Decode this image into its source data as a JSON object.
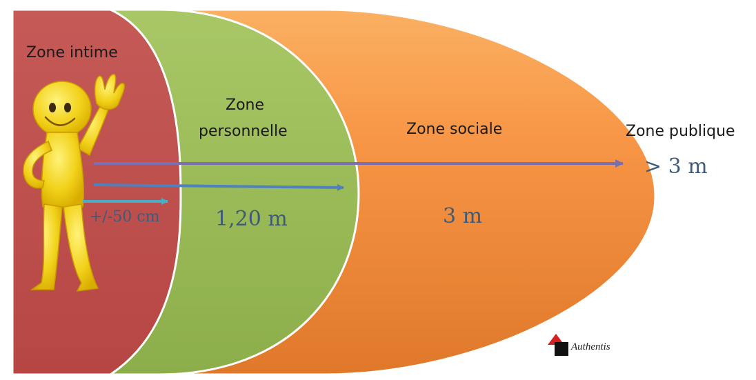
{
  "zones": {
    "intimate": {
      "label": "Zone intime",
      "distance": "+/-50 cm",
      "color": "#c2514f"
    },
    "personal": {
      "label_line1": "Zone",
      "label_line2": "personnelle",
      "distance": "1,20 m",
      "color": "#9bbb59"
    },
    "social": {
      "label": "Zone sociale",
      "distance": "3 m",
      "color": "#f79646"
    },
    "public": {
      "label": "Zone publique",
      "distance": "> 3 m"
    }
  },
  "colors": {
    "arrow_blue": "#4f81bd",
    "arrow_purple": "#7a6fb0",
    "arrow_cyan": "#4bacc6",
    "figure_yellow": "#f2d21b",
    "distance_text": "#3e5a78"
  },
  "figure": {
    "icon": "waving-smiley-figure-icon"
  },
  "logo": {
    "text": "Authentis",
    "icon": "authentis-logo-icon"
  }
}
